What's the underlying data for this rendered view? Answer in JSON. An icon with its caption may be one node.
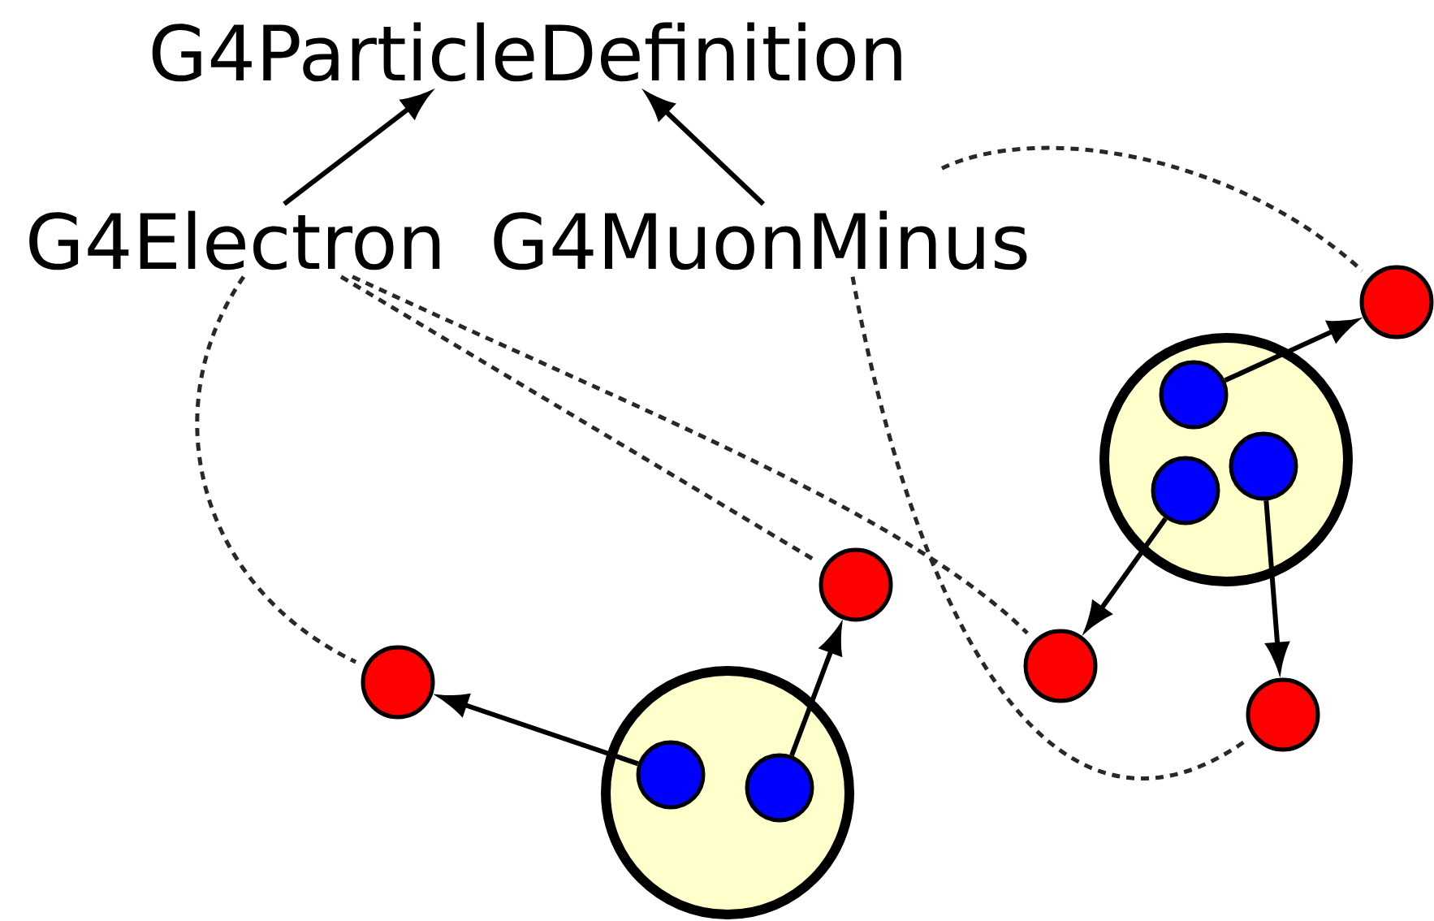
{
  "diagram": {
    "nodes": [
      {
        "text": [
          "G4ParticleDefinition"
        ]
      },
      {
        "text": [
          "G4Electron"
        ]
      },
      {
        "text": [
          "G4MuonMinus"
        ]
      },
      {
        "text": [],
        "shape": "circle"
      },
      {
        "text": [],
        "shape": "circle",
        "in": 3
      },
      {
        "text": [],
        "shape": "circle",
        "in": 3
      },
      {
        "text": [],
        "shape": "circle"
      },
      {
        "text": [],
        "shape": "circle"
      },
      {
        "text": [],
        "shape": "circle"
      },
      {
        "text": [],
        "shape": "circle",
        "in": 8
      },
      {
        "text": [],
        "shape": "circle",
        "in": 8
      },
      {
        "text": [],
        "shape": "circle",
        "in": 8
      },
      {
        "text": [],
        "shape": "circle"
      },
      {
        "text": [],
        "shape": "circle"
      },
      {
        "text": [],
        "shape": "circle"
      }
    ],
    "edges": [
      {
        "from": 1,
        "to": 0,
        "arrow": "to"
      },
      {
        "from": 2,
        "to": 0,
        "arrow": "to"
      },
      {
        "from": 4,
        "to": 6,
        "arrow": "to"
      },
      {
        "from": 5,
        "to": 7,
        "arrow": "to"
      },
      {
        "from": 9,
        "to": 12,
        "arrow": "to"
      },
      {
        "from": 10,
        "to": 13,
        "arrow": "to"
      },
      {
        "from": 11,
        "to": 14,
        "arrow": "to"
      },
      {
        "from": 1,
        "to": 6,
        "arrow": "none",
        "style": "dashed"
      },
      {
        "from": 1,
        "to": 7,
        "arrow": "none",
        "style": "dashed"
      },
      {
        "from": 1,
        "to": 13,
        "arrow": "none",
        "style": "dashed"
      },
      {
        "from": 2,
        "to": 12,
        "arrow": "none",
        "style": "dashed"
      },
      {
        "from": 2,
        "to": 14,
        "arrow": "none",
        "style": "dashed"
      }
    ]
  }
}
